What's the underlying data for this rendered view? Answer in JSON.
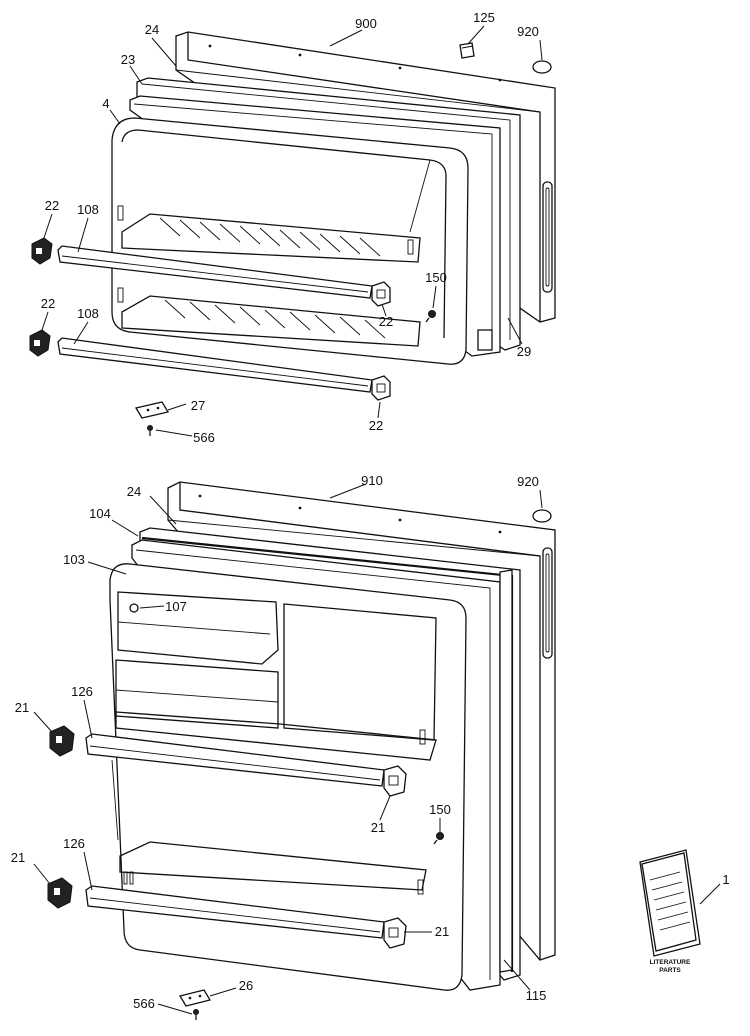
{
  "callouts": {
    "c900": "900",
    "c125": "125",
    "c920a": "920",
    "c24a": "24",
    "c23": "23",
    "c4": "4",
    "c22a": "22",
    "c108a": "108",
    "c150a": "150",
    "c22b": "22",
    "c29": "29",
    "c22c": "22",
    "c108b": "108",
    "c22d": "22",
    "c27": "27",
    "c566a": "566",
    "c910": "910",
    "c920b": "920",
    "c24b": "24",
    "c104": "104",
    "c103": "103",
    "c107": "107",
    "c21a": "21",
    "c126a": "126",
    "c21b": "21",
    "c150b": "150",
    "c21c": "21",
    "c126b": "126",
    "c21d": "21",
    "c1": "1",
    "c26": "26",
    "c566b": "566",
    "c115": "115"
  },
  "literature": {
    "line1": "LITERATURE",
    "line2": "PARTS"
  }
}
